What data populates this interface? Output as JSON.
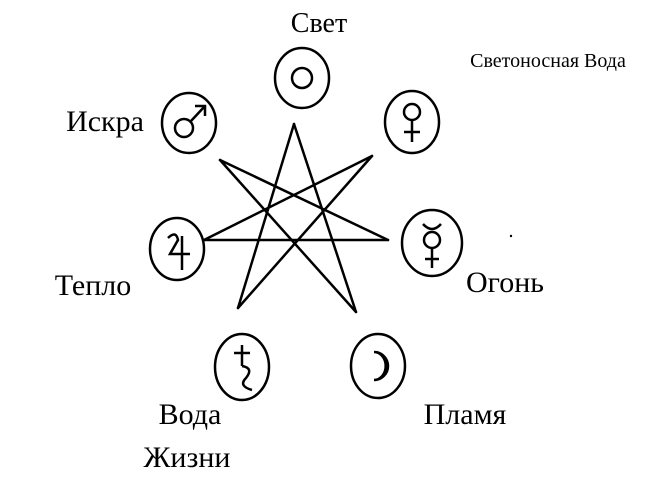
{
  "colors": {
    "ink": "#000000",
    "background": "#ffffff"
  },
  "labels": {
    "svet": "Свет",
    "svetonosnaya_voda": "Светоносная Вода",
    "iskra": "Искра",
    "teplo": "Тепло",
    "ogon": "Огонь",
    "voda": "Вода",
    "zhizni": "Жизни",
    "plamya": "Пламя"
  },
  "symbols": {
    "top": "sun-icon",
    "upper_left": "mars-icon",
    "upper_right": "venus-icon",
    "mid_left": "jupiter-icon",
    "mid_right": "mercury-icon",
    "lower_left": "saturn-icon",
    "lower_right": "moon-icon"
  }
}
